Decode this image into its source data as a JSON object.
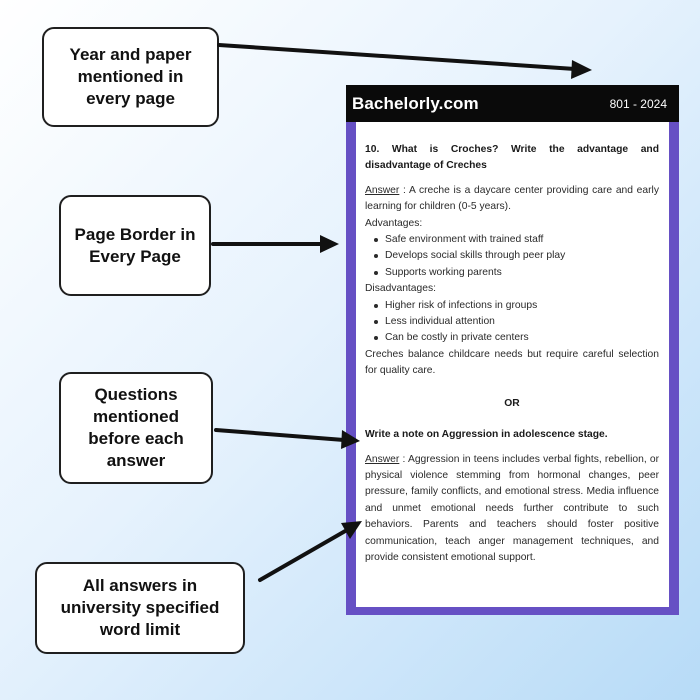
{
  "callouts": [
    {
      "text": "Year and paper mentioned in every page"
    },
    {
      "text": "Page Border in Every Page"
    },
    {
      "text": "Questions mentioned before each answer"
    },
    {
      "text": "All answers in university specified word limit"
    }
  ],
  "paper": {
    "brand": "Bachelorly.com",
    "code": "801 - 2024",
    "question1": "10. What is Croches? Write the advantage and disadvantage of Creches",
    "answer_label": "Answer",
    "answer1_intro": " : A creche is a daycare center providing care and early learning for children (0-5 years).",
    "advantages_heading": "Advantages:",
    "advantages": [
      "Safe environment with trained staff",
      "Develops social skills through peer play",
      "Supports working parents"
    ],
    "disadvantages_heading": "Disadvantages:",
    "disadvantages": [
      "Higher risk of infections in groups",
      "Less individual attention",
      "Can be costly in private centers"
    ],
    "answer1_conclusion": "Creches balance childcare needs but require careful selection for quality care.",
    "or_text": "OR",
    "question2": "Write a note on Aggression in adolescence stage.",
    "answer2_text": " : Aggression in teens includes verbal fights, rebellion, or physical violence stemming from hormonal changes, peer pressure, family conflicts, and emotional stress. Media influence and unmet emotional needs further contribute to such behaviors. Parents and teachers should foster positive communication, teach anger management techniques, and provide consistent emotional support."
  },
  "colors": {
    "border_purple": "#6650c4",
    "header_black": "#0a0a0a",
    "background_light_blue": "#b7dbf7"
  }
}
